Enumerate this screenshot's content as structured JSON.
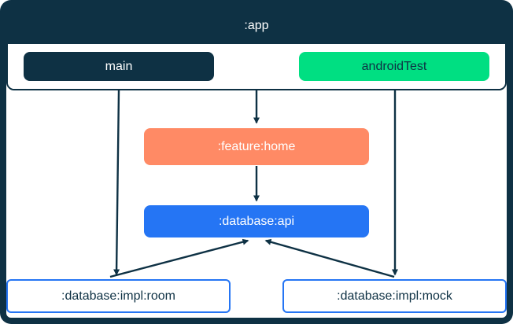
{
  "diagram": {
    "app": {
      "label": ":app",
      "source_sets": [
        {
          "id": "main",
          "label": "main",
          "color": "#0E3144"
        },
        {
          "id": "androidTest",
          "label": "androidTest",
          "color": "#00DF82"
        }
      ]
    },
    "nodes": [
      {
        "id": "feature-home",
        "label": ":feature:home",
        "color": "#FF8A65"
      },
      {
        "id": "database-api",
        "label": ":database:api",
        "color": "#2575F4"
      },
      {
        "id": "database-impl-room",
        "label": ":database:impl:room",
        "color": "#FFFFFF",
        "border_color": "#2575F4"
      },
      {
        "id": "database-impl-mock",
        "label": ":database:impl:mock",
        "color": "#FFFFFF",
        "border_color": "#2575F4"
      }
    ],
    "edges": [
      {
        "from": "main",
        "to": ":database:impl:room"
      },
      {
        "from": ":app",
        "to": ":feature:home"
      },
      {
        "from": "androidTest",
        "to": ":database:impl:mock"
      },
      {
        "from": ":feature:home",
        "to": ":database:api"
      },
      {
        "from": ":database:impl:room",
        "to": ":database:api"
      },
      {
        "from": ":database:impl:mock",
        "to": ":database:api"
      }
    ],
    "colors": {
      "frame_navy": "#0E3144",
      "android_test_green": "#00DF82",
      "feature_coral": "#FF8A65",
      "api_blue": "#2575F4",
      "background_white": "#FFFFFF",
      "arrow": "#0E3144"
    }
  }
}
